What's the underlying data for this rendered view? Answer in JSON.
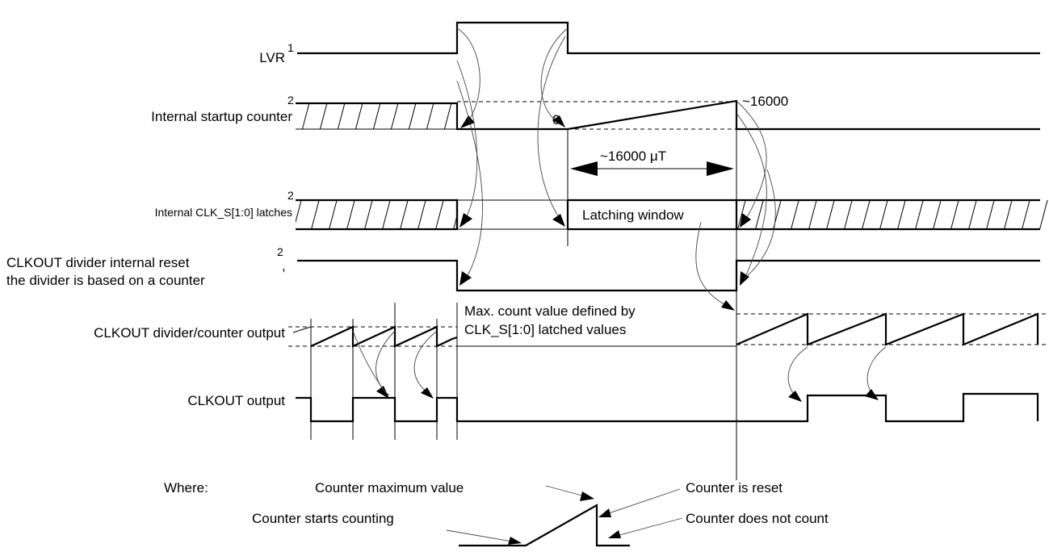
{
  "signals": {
    "lvr": "LVR",
    "lvr_note": "1",
    "startup_counter": "Internal startup counter",
    "startup_counter_note": "2",
    "clk_s_latches": "Internal CLK_S[1:0] latches",
    "clk_s_latches_note": "2",
    "divider_reset_line1": "CLKOUT divider internal reset",
    "divider_reset_note": "2",
    "divider_reset_comma": ",",
    "divider_reset_line2": "the divider is based on a counter",
    "divider_counter_output": "CLKOUT divider/counter output",
    "clkout_output": "CLKOUT output"
  },
  "annotations": {
    "counter_zero": "0",
    "counter_max": "~16000",
    "duration": "~16000 μT",
    "latching_window": "Latching window",
    "max_count_line1": "Max. count value defined by",
    "max_count_line2": "CLK_S[1:0] latched values"
  },
  "legend": {
    "where": "Where:",
    "counter_max_value": "Counter maximum value",
    "counter_is_reset": "Counter is reset",
    "counter_starts_counting": "Counter starts counting",
    "counter_does_not_count": "Counter does not count"
  }
}
